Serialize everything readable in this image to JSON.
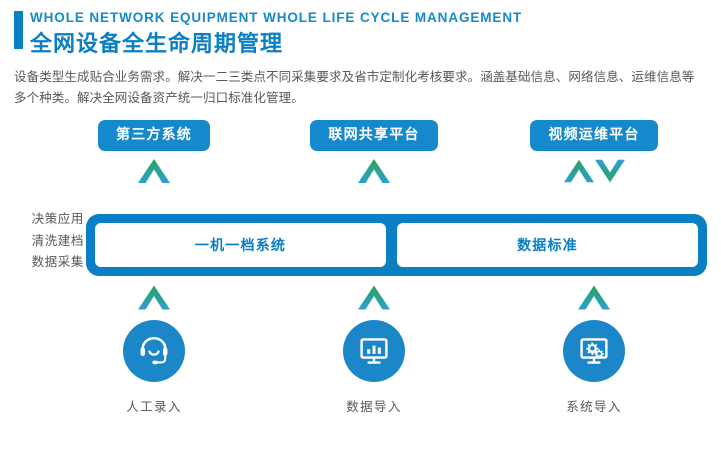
{
  "header": {
    "title_en": "WHOLE NETWORK EQUIPMENT WHOLE LIFE CYCLE MANAGEMENT",
    "title_cn": "全网设备全生命周期管理",
    "accent_color": "#0b7fc4"
  },
  "description": {
    "text": "设备类型生成贴合业务需求。解决一二三类点不同采集要求及省市定制化考核要求。涵盖基础信息、网络信息、运维信息等多个种类。解决全网设备资产统一归口标准化管理。"
  },
  "diagram": {
    "top_sources": [
      {
        "label": "第三方系统",
        "connector": "chevron-up"
      },
      {
        "label": "联网共享平台",
        "connector": "chevron-up"
      },
      {
        "label": "视频运维平台",
        "connector": "chevron-up-down"
      }
    ],
    "stage_labels": [
      {
        "label": "决策应用"
      },
      {
        "label": "清洗建档"
      },
      {
        "label": "数据采集"
      }
    ],
    "platform": {
      "bar_color": "#0b7fc4",
      "cards": [
        {
          "label": "一机一档系统"
        },
        {
          "label": "数据标准"
        }
      ]
    },
    "input_sources": [
      {
        "label": "人工录入",
        "icon": "headset-icon",
        "connector": "chevron-up"
      },
      {
        "label": "数据导入",
        "icon": "monitor-chart-icon",
        "connector": "chevron-up"
      },
      {
        "label": "系统导入",
        "icon": "monitor-gears-icon",
        "connector": "chevron-up"
      }
    ],
    "colors": {
      "box_blue": "#1689cd",
      "circle_blue": "#1b86c8",
      "chevron_top": "#2aa558",
      "chevron_bottom": "#2b9fd4",
      "text_gray": "#58585a"
    }
  }
}
